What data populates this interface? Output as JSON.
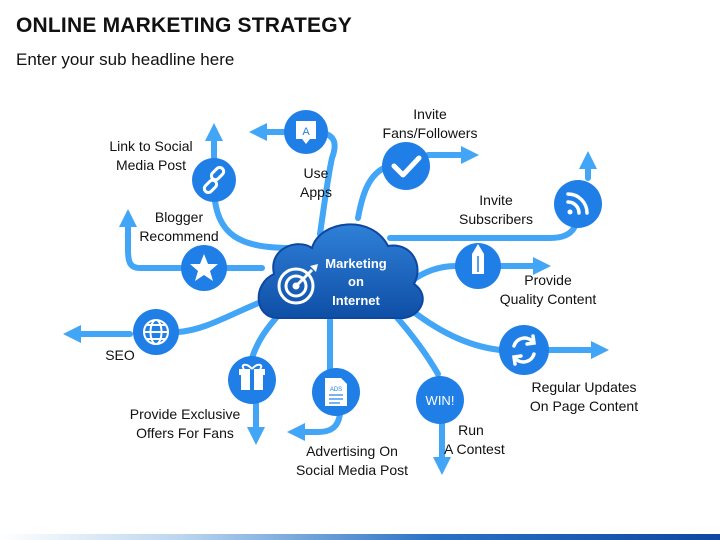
{
  "title": "ONLINE MARKETING STRATEGY",
  "subtitle": "Enter your sub headline here",
  "center": {
    "lines": [
      "Marketing",
      "on",
      "Internet"
    ],
    "icon": "target-icon"
  },
  "colors": {
    "primary": "#1565c0",
    "light": "#42a5f5",
    "text": "#111111"
  },
  "nodes": [
    {
      "id": "link-social",
      "icon": "chain-link-icon",
      "lines": [
        "Link to Social",
        "Media Post"
      ]
    },
    {
      "id": "use-apps",
      "icon": "app-icon",
      "lines": [
        "Use",
        "Apps"
      ]
    },
    {
      "id": "invite-fans",
      "icon": "checkmark-icon",
      "lines": [
        "Invite",
        "Fans/Followers"
      ]
    },
    {
      "id": "invite-subscribers",
      "icon": "rss-icon",
      "lines": [
        "Invite",
        "Subscribers"
      ]
    },
    {
      "id": "blogger",
      "icon": "star-icon",
      "lines": [
        "Blogger",
        "Recommend"
      ]
    },
    {
      "id": "quality-content",
      "icon": "pencil-icon",
      "lines": [
        "Provide",
        "Quality Content"
      ]
    },
    {
      "id": "seo",
      "icon": "globe-icon",
      "lines": [
        "SEO"
      ]
    },
    {
      "id": "regular-updates",
      "icon": "refresh-icon",
      "lines": [
        "Regular Updates",
        "On Page Content"
      ]
    },
    {
      "id": "exclusive-offers",
      "icon": "gift-icon",
      "lines": [
        "Provide Exclusive",
        "Offers For Fans"
      ]
    },
    {
      "id": "advertising",
      "icon": "ads-document-icon",
      "icon_text": "ADS",
      "lines": [
        "Advertising On",
        "Social Media Post"
      ]
    },
    {
      "id": "contest",
      "icon": "win-icon",
      "icon_text": "WIN!",
      "lines": [
        "Run",
        "A Contest"
      ]
    }
  ]
}
